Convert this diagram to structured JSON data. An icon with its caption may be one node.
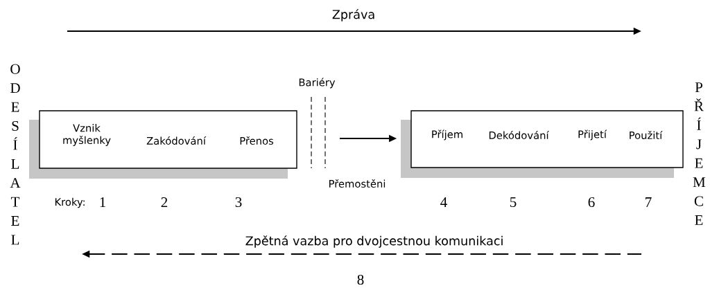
{
  "diagram": {
    "nodes": [
      {
        "text": [
          "ODESÍLATEL"
        ]
      },
      {
        "text": [
          "Vznik myšlenky",
          "Zakódování",
          "Přenos"
        ]
      },
      {
        "text": [
          "Příjem",
          "Dekódování",
          "Přijetí",
          "Použití"
        ]
      },
      {
        "text": [
          "PŘÍJEMCE"
        ]
      }
    ],
    "edges": [
      {
        "from": null,
        "to": 2,
        "arrow": "to",
        "label": "Přemostěni"
      }
    ],
    "labels": [
      "Zpráva",
      "Bariéry",
      "Kroky:",
      "1",
      "2",
      "3",
      "4",
      "5",
      "6",
      "7",
      "Zpětná vazba pro dvojcestnou komunikaci",
      "8"
    ]
  }
}
